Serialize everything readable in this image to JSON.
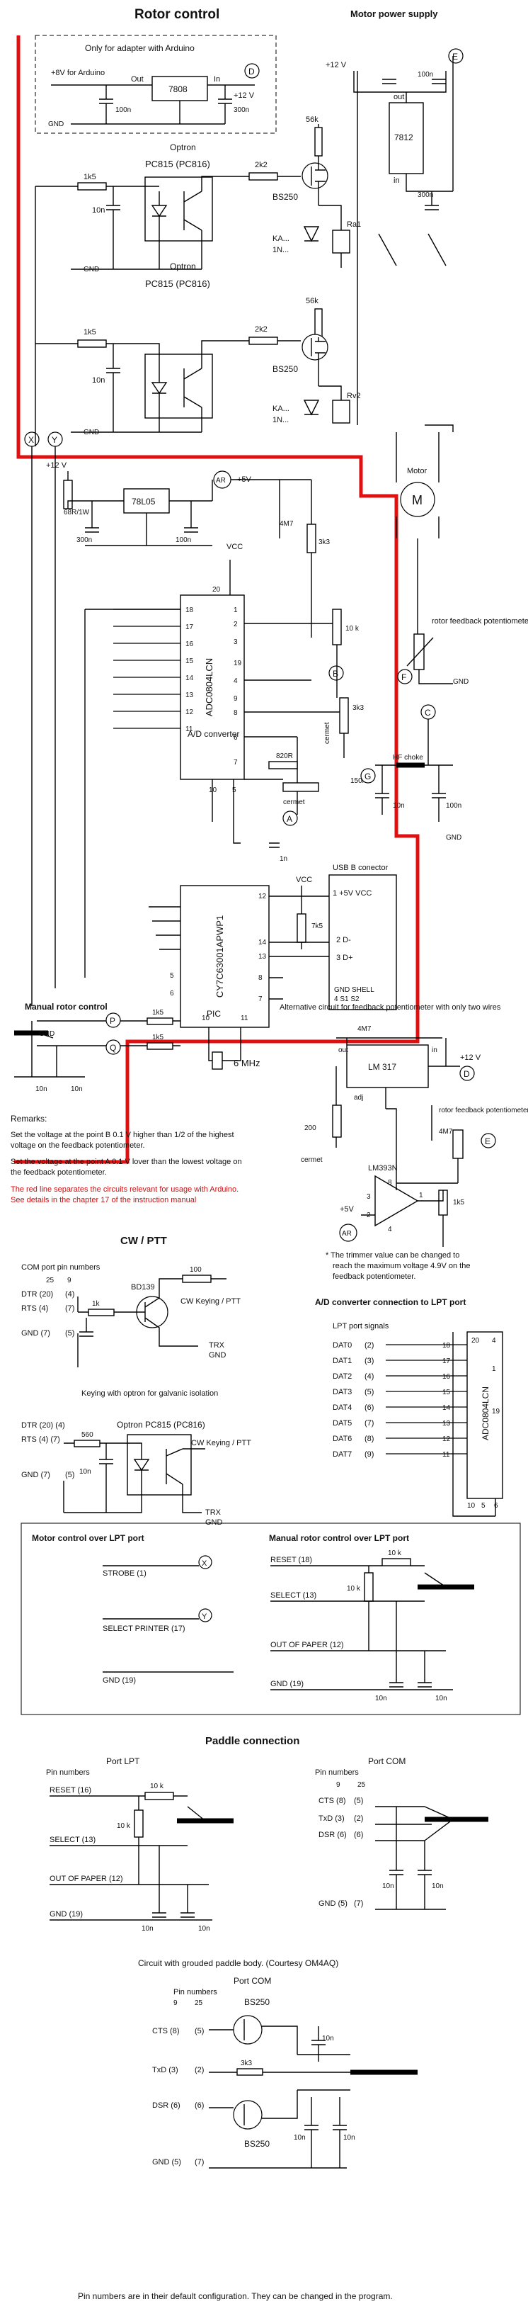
{
  "rotor_control": {
    "title": "Rotor control",
    "arduino_note": "Only for adapter with Arduino",
    "regulator_7808": "7808",
    "out_label": "Out",
    "in_label": "In",
    "input_8v": "+8V  for Arduino",
    "input_12v": "+12 V",
    "cap_100n": "100n",
    "cap_300n": "300n",
    "gnd": "GND",
    "point_d": "D",
    "optron1": "Optron",
    "optron1_part": "PC815  (PC816)",
    "r_1k5": "1k5",
    "c_10n": "10n",
    "r_2k2": "2k2",
    "r_56k": "56k",
    "fet": "BS250",
    "relay1": "Ra1",
    "relay2": "Rv2",
    "diode": "KA...",
    "diode2": "1N...",
    "optron2": "Optron",
    "optron2_part": "PC815 (PC816)",
    "point_x": "X",
    "point_y": "Y"
  },
  "motor_supply": {
    "title": "Motor power supply",
    "supply": "+12 V",
    "point_e": "E",
    "cap_100n": "100n",
    "regulator": "7812",
    "out_label": "out",
    "in_label": "in",
    "cap_300n": "300n",
    "motor": "Motor",
    "motor_symbol": "M"
  },
  "adc_section": {
    "supply_12v": "+12 V",
    "r_68r": "68R/1W",
    "regulator_78l05": "78L05",
    "c_300n": "300n",
    "c_100n": "100n",
    "point_ar": "AR",
    "plus5v": "+5V",
    "c_4m7": "4M7",
    "r_3k3": "3k3",
    "vcc": "VCC",
    "chip": "ADC0804LCN",
    "chip_desc": "A/D converter",
    "pins_left": [
      "18",
      "17",
      "16",
      "15",
      "14",
      "13",
      "12",
      "11"
    ],
    "pins_right": [
      "1",
      "2",
      "3",
      "19",
      "4",
      "9",
      "8",
      "6",
      "7"
    ],
    "pin_20": "20",
    "pin_10": "10",
    "pin_5": "5",
    "r_10k": "10 k",
    "point_b": "B",
    "r_3k3b": "3k3",
    "cermet": "cermet",
    "r_820r": "820R",
    "c_150n": "150n",
    "point_a": "A",
    "c_1n": "1n",
    "point_g": "G",
    "hf_choke": "HF choke",
    "c_10n": "10n",
    "c_100n_b": "100n",
    "gnd": "GND",
    "feedback_pot": "rotor feedback potentiometer",
    "point_f": "F",
    "point_c": "C"
  },
  "usb": {
    "title": "USB B conector",
    "vcc": "VCC",
    "r_7k5": "7k5",
    "pin1": "1  +5V VCC",
    "pin2": "2  D-",
    "pin3": "3  D+",
    "gnd_shell": "GND     SHELL",
    "gnd_pins": "4           S1  S2",
    "pic_chip": "CY7C63001APWP1",
    "pic": "PIC",
    "pic_pins": [
      "12",
      "14",
      "13",
      "8",
      "7",
      "5",
      "6",
      "10",
      "11"
    ],
    "crystal": "6 MHz"
  },
  "manual_rotor": {
    "title": "Manual rotor control",
    "point_p": "P",
    "point_q": "Q",
    "r1": "1k5",
    "r2": "1k5",
    "gnd": "GND",
    "c1": "10n",
    "c2": "10n"
  },
  "alt_circuit": {
    "note": "Alternative circuit for feedback potentiometer with only two wires",
    "c_4m7": "4M7",
    "out": "out",
    "in": "in",
    "chip": "LM 317",
    "adj": "adj",
    "supply": "+12 V",
    "point_d": "D",
    "r_200": "200",
    "cermet": "cermet",
    "pot": "rotor feedback potentiometer",
    "op": "LM393N",
    "plus5v": "+5V",
    "point_ar": "AR",
    "point_e": "E",
    "r_1k5": "1k5",
    "pins": [
      "8",
      "3",
      "2",
      "1",
      "4"
    ],
    "footnote": "* The trimmer value can be changed to reach the maximum voltage 4.9V on the feedback potentiometer."
  },
  "remarks": {
    "title": "Remarks:",
    "line1": "Set the voltage at the point B 0.1 V higher than 1/2 of the highest voltage on the feedback potentiometer.",
    "line2": "Set the voltage at the point A 0.1 V lover than the lowest voltage on the feedback potentiometer.",
    "red_note": "The red line separates the circuits relevant for usage with Arduino. See details in the chapter 17 of the instruction manual"
  },
  "cw_ptt": {
    "title": "CW / PTT",
    "com_pins": "COM port pin numbers",
    "pin_25": "25",
    "pin_9": "9",
    "dtr": "DTR (20)",
    "dtr_9": "(4)",
    "rts": "RTS  (4)",
    "rts_9": "(7)",
    "gnd": "GND  (7)",
    "gnd_9": "(5)",
    "r_100": "100",
    "r_1k": "1k",
    "transistor": "BD139",
    "keying": "CW Keying / PTT",
    "trx": "TRX",
    "trx_gnd": "GND",
    "optron_title": "Keying with optron for galvanic isolation",
    "dtr2": "DTR (20) (4)",
    "rts2": "RTS  (4)  (7)",
    "r_560": "560",
    "optron_part": "Optron PC815 (PC816)",
    "c_10n": "10n",
    "keying2": "CW Keying / PTT",
    "gnd2": "GND  (7)",
    "gnd2_9": "(5)",
    "trx2": "TRX",
    "trx2_gnd": "GND"
  },
  "lpt_adc": {
    "title": "A/D converter connection to LPT port",
    "subtitle": "LPT port signals",
    "signals": [
      {
        "name": "DAT0",
        "num": "(2)",
        "pin": "18"
      },
      {
        "name": "DAT1",
        "num": "(3)",
        "pin": "17"
      },
      {
        "name": "DAT2",
        "num": "(4)",
        "pin": "16"
      },
      {
        "name": "DAT3",
        "num": "(5)",
        "pin": "15"
      },
      {
        "name": "DAT4",
        "num": "(6)",
        "pin": "14"
      },
      {
        "name": "DAT5",
        "num": "(7)",
        "pin": "13"
      },
      {
        "name": "DAT6",
        "num": "(8)",
        "pin": "12"
      },
      {
        "name": "DAT7",
        "num": "(9)",
        "pin": "11"
      }
    ],
    "chip": "ADC0804LCN",
    "pin_20": "20",
    "pin_4": "4",
    "pin_1": "1",
    "pin_19": "19",
    "pin_10": "10",
    "pin_5": "5",
    "pin_6": "6"
  },
  "lpt_motor": {
    "title": "Motor control over LPT port",
    "strobe": "STROBE (1)",
    "select": "SELECT PRINTER (17)",
    "gnd": "GND (19)",
    "point_x": "X",
    "point_y": "Y",
    "manual_title": "Manual rotor control over LPT port",
    "reset": "RESET (18)",
    "select2": "SELECT (13)",
    "paper": "OUT OF PAPER (12)",
    "gnd2": "GND (19)",
    "r_10k": "10 k",
    "r_10k2": "10 k",
    "c1": "10n",
    "c2": "10n"
  },
  "paddle": {
    "title": "Paddle connection",
    "lpt_title": "Port LPT",
    "pin_numbers": "Pin numbers",
    "reset": "RESET (16)",
    "select": "SELECT (13)",
    "paper": "OUT OF PAPER (12)",
    "gnd": "GND (19)",
    "r_10k": "10 k",
    "r_10k2": "10 k",
    "c1": "10n",
    "c2": "10n",
    "com_title": "Port COM",
    "com_pins": "Pin numbers",
    "pin_9": "9",
    "pin_25": "25",
    "cts": "CTS (8)",
    "cts_25": "(5)",
    "txd": "TxD (3)",
    "txd_25": "(2)",
    "dsr": "DSR (6)",
    "dsr_25": "(6)",
    "com_gnd": "GND  (5)",
    "com_gnd_25": "(7)",
    "c3": "10n",
    "c4": "10n"
  },
  "grounded": {
    "title": "Circuit with grouded paddle body.  (Courtesy OM4AQ)",
    "port": "Port COM",
    "pin_numbers": "Pin numbers",
    "pin_9": "9",
    "pin_25": "25",
    "fet1": "BS250",
    "fet2": "BS250",
    "cts": "CTS (8)",
    "cts_25": "(5)",
    "txd": "TxD (3)",
    "txd_25": "(2)",
    "dsr": "DSR (6)",
    "dsr_25": "(6)",
    "gnd": "GND (5)",
    "gnd_25": "(7)",
    "r_3k3": "3k3",
    "c1": "10n",
    "c2": "10n",
    "c3": "10n"
  },
  "footer": {
    "text": "Pin numbers are in their default configuration. They can be changed in the program."
  }
}
